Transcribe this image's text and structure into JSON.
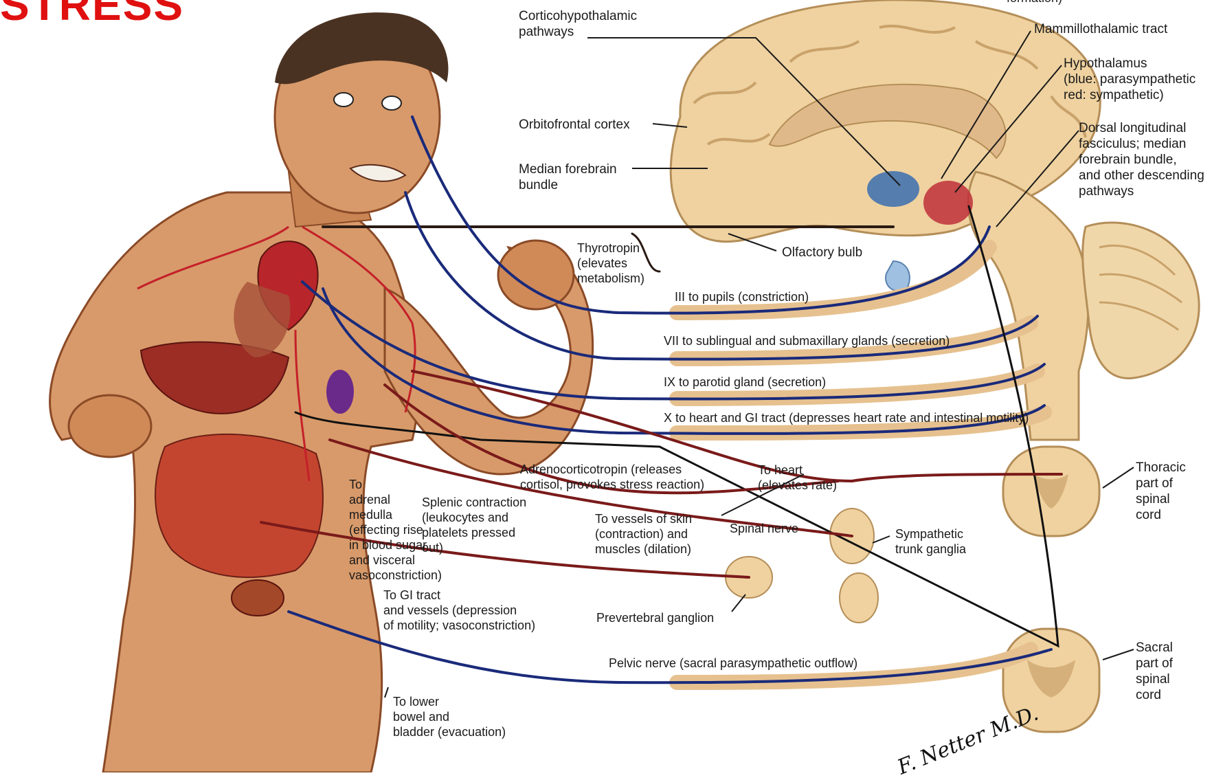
{
  "banner_text": "STRESS",
  "signature": "F. Netter M.D.",
  "labels": {
    "top_clipped": "formation)",
    "corticohypothalamic": "Corticohypothalamic\npathways",
    "mammillothalamic": "Mammillothalamic tract",
    "hypothalamus": "Hypothalamus\n(blue: parasympathetic\nred: sympathetic)",
    "dorsal_longitudinal": "Dorsal longitudinal\nfasciculus; median\nforebrain bundle,\nand other descending\npathways",
    "orbitofrontal": "Orbitofrontal cortex",
    "median_forebrain": "Median forebrain\nbundle",
    "olfactory_bulb": "Olfactory bulb",
    "thyrotropin": "Thyrotropin\n(elevates\nmetabolism)",
    "cn3": "III to pupils (constriction)",
    "cn7": "VII to sublingual and submaxillary glands (secretion)",
    "cn9": "IX to parotid gland (secretion)",
    "cn10": "X to heart and GI tract (depresses heart rate and intestinal motility)",
    "thoracic": "Thoracic\npart of\nspinal\ncord",
    "adrenocorticotropin": "Adrenocorticotropin (releases\ncortisol, provokes stress reaction)",
    "to_heart": "To heart\n(elevates rate)",
    "to_adrenal": "To\nadrenal\nmedulla\n(effecting rise\nin blood sugar\nand visceral\nvasoconstriction)",
    "splenic": "Splenic contraction\n(leukocytes and\nplatelets pressed\nout)",
    "skin_vessels": "To vessels of skin\n(contraction) and\nmuscles (dilation)",
    "spinal_nerve": "Spinal nerve",
    "sympathetic_trunk": "Sympathetic\ntrunk ganglia",
    "gi_tract": "To GI tract\nand vessels (depression\nof motility; vasoconstriction)",
    "prevertebral": "Prevertebral ganglion",
    "pelvic_nerve": "Pelvic nerve (sacral parasympathetic outflow)",
    "sacral": "Sacral\npart of\nspinal\ncord",
    "lower_bowel": "To lower\nbowel and\nbladder (evacuation)"
  },
  "colors": {
    "skin": "#d89a6a",
    "skin_shadow": "#a8633a",
    "brain": "#efd2a0",
    "brain_dark": "#c9a26a",
    "sympathetic_red": "#7a1a1a",
    "parasympathetic_blue": "#1a2a7a",
    "heart_red": "#b8252a",
    "hypothalamus_blue": "#3a6fb0",
    "hypothalamus_red": "#c0303a",
    "nerve_tan": "#e6c18f",
    "banner_red": "#e01010"
  }
}
